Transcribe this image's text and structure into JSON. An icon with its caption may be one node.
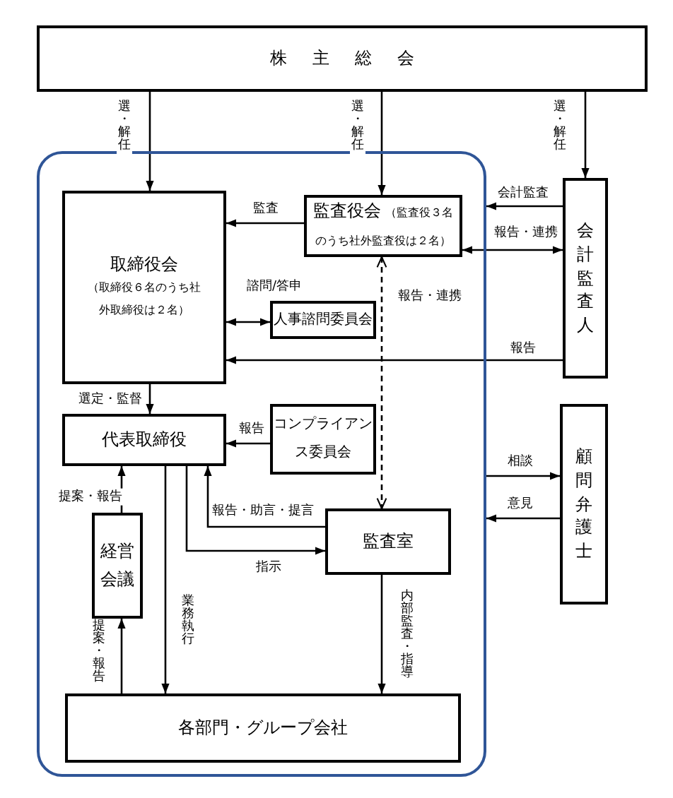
{
  "diagram": {
    "nodes": [
      {
        "text": [
          "株主総会"
        ]
      },
      {
        "text": [],
        "shape": "box"
      },
      {
        "text": [
          "取締役会",
          "（取締役６名のうち社外取締役は２名）"
        ],
        "in": 1
      },
      {
        "text": [
          "監査役会",
          "（監査役３名のうち社外監査役は２名）"
        ],
        "in": 1
      },
      {
        "text": [
          "会計監査人"
        ]
      },
      {
        "text": [
          "人事諮問委員会"
        ],
        "in": 1
      },
      {
        "text": [
          "代表取締役"
        ],
        "in": 1
      },
      {
        "text": [
          "コンプライアンス委員会"
        ],
        "in": 1
      },
      {
        "text": [
          "顧問弁護士"
        ]
      },
      {
        "text": [
          "経営会議"
        ],
        "in": 1
      },
      {
        "text": [
          "監査室"
        ],
        "in": 1
      },
      {
        "text": [
          "各部門・グループ会社"
        ],
        "in": 1
      }
    ],
    "edges": [
      {
        "from": 0,
        "to": 2,
        "arrow": "to",
        "label": "選・解任"
      },
      {
        "from": 0,
        "to": 3,
        "arrow": "to",
        "label": "選・解任"
      },
      {
        "from": 0,
        "to": 4,
        "arrow": "to",
        "label": "選・解任"
      },
      {
        "from": 3,
        "to": 2,
        "arrow": "to",
        "label": "監査"
      },
      {
        "from": 2,
        "to": 5,
        "arrow": "both",
        "label": "諮問/答申"
      },
      {
        "from": 4,
        "to": 2,
        "arrow": "to",
        "label": "報告"
      },
      {
        "from": 4,
        "to": 1,
        "arrow": "to",
        "label": "会計監査"
      },
      {
        "from": 3,
        "to": 4,
        "arrow": "both",
        "label": "報告・連携"
      },
      {
        "from": 3,
        "to": 10,
        "arrow": "both",
        "label": "報告・連携",
        "style": "dashed"
      },
      {
        "from": 2,
        "to": 6,
        "arrow": "to",
        "label": "選定・監督"
      },
      {
        "from": 7,
        "to": 6,
        "arrow": "to",
        "label": "報告"
      },
      {
        "from": 10,
        "to": 6,
        "arrow": "to",
        "label": "報告・助言・提言"
      },
      {
        "from": 6,
        "to": 10,
        "arrow": "to",
        "label": "指示"
      },
      {
        "from": 9,
        "to": 6,
        "arrow": "to",
        "label": "提案・報告"
      },
      {
        "from": 11,
        "to": 9,
        "arrow": "to",
        "label": "提案・報告"
      },
      {
        "from": 6,
        "to": 11,
        "arrow": "to",
        "label": "業務執行"
      },
      {
        "from": 10,
        "to": 11,
        "arrow": "to",
        "label": "内部監査・指導"
      },
      {
        "from": 1,
        "to": 8,
        "arrow": "to",
        "label": "相談"
      },
      {
        "from": 8,
        "to": 1,
        "arrow": "to",
        "label": "意見"
      }
    ]
  }
}
